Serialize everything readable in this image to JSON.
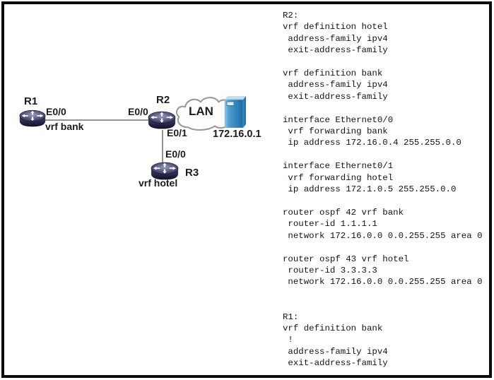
{
  "diagram": {
    "r1": {
      "name": "R1",
      "interface": "E0/0",
      "vrf": "vrf bank"
    },
    "r2": {
      "name": "R2",
      "interface_to_r1": "E0/0",
      "interface_to_r3": "E0/1"
    },
    "r3": {
      "name": "R3",
      "interface_to_r2": "E0/0",
      "vrf": "vrf hotel"
    },
    "lan": {
      "label": "LAN"
    },
    "server": {
      "ip": "172.16.0.1"
    }
  },
  "config": {
    "lines": [
      "R2:",
      "vrf definition hotel",
      " address-family ipv4",
      " exit-address-family",
      "",
      "vrf definition bank",
      " address-family ipv4",
      " exit-address-family",
      "",
      "interface Ethernet0/0",
      " vrf forwarding bank",
      " ip address 172.16.0.4 255.255.0.0",
      "",
      "interface Ethernet0/1",
      " vrf forwarding hotel",
      " ip address 172.1.0.5 255.255.0.0",
      "",
      "router ospf 42 vrf bank",
      " router-id 1.1.1.1",
      " network 172.16.0.0 0.0.255.255 area 0",
      "",
      "router ospf 43 vrf hotel",
      " router-id 3.3.3.3",
      " network 172.16.0.0 0.0.255.255 area 0",
      "",
      "",
      "R1:",
      "vrf definition bank",
      " !",
      " address-family ipv4",
      " exit-address-family"
    ]
  },
  "colors": {
    "router_body_dark": "#10102a",
    "router_body_light": "#45456b",
    "server_blue": "#2e86c1",
    "cloud_stroke": "#9a9a9a",
    "wire": "#949494",
    "border": "#0c0c0c"
  }
}
